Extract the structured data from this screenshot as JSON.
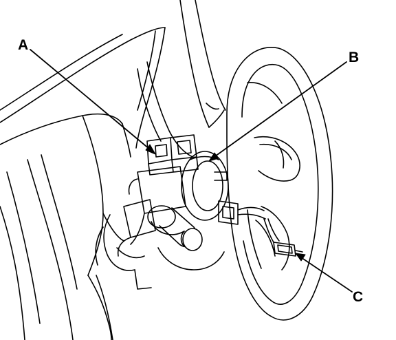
{
  "diagram": {
    "callouts": [
      {
        "id": "a",
        "text": "A"
      },
      {
        "id": "b",
        "text": "B"
      },
      {
        "id": "c",
        "text": "C"
      }
    ],
    "colors": {
      "ink": "#000000",
      "paper": "#ffffff"
    }
  }
}
